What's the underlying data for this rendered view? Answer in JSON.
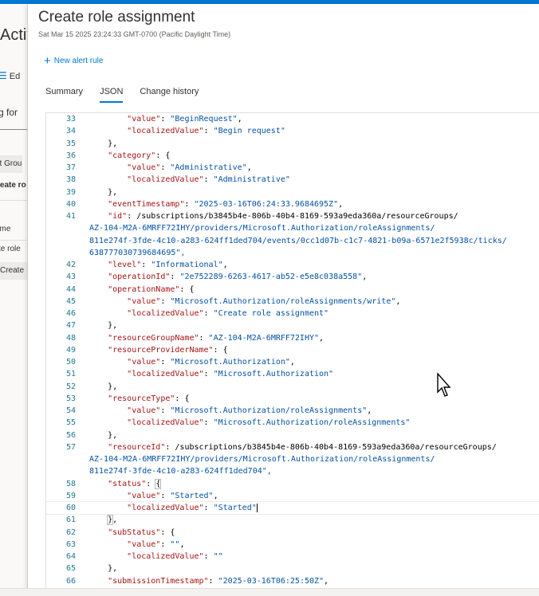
{
  "background": {
    "title_fragment": "Activ",
    "edit_fragment": "Ed",
    "search_fragment": "g for",
    "row1": "nt Grou",
    "row2": "reate ro",
    "name_col": "ame",
    "row3": "te role",
    "row4": "Create"
  },
  "panel": {
    "title": "Create role assignment",
    "subtitle": "Sat Mar 15 2025 23:24:33 GMT-0700 (Pacific Daylight Time)",
    "new_alert_rule": "New alert rule",
    "tabs": [
      "Summary",
      "JSON",
      "Change history"
    ],
    "active_tab": "JSON"
  },
  "json_lines": [
    {
      "n": "33",
      "text": "        \"value\": \"BeginRequest\","
    },
    {
      "n": "34",
      "text": "        \"localizedValue\": \"Begin request\""
    },
    {
      "n": "35",
      "text": "    },"
    },
    {
      "n": "36",
      "text": "    \"category\": {"
    },
    {
      "n": "37",
      "text": "        \"value\": \"Administrative\","
    },
    {
      "n": "38",
      "text": "        \"localizedValue\": \"Administrative\""
    },
    {
      "n": "39",
      "text": "    },"
    },
    {
      "n": "40",
      "text": "    \"eventTimestamp\": \"2025-03-16T06:24:33.9684695Z\","
    },
    {
      "n": "41",
      "text": "    \"id\": \"/subscriptions/b3845b4e-806b-40b4-8169-593a9eda360a/resourceGroups/",
      "wrap": [
        "AZ-104-M2A-6MRFF72IHY/providers/Microsoft.Authorization/roleAssignments/",
        "811e274f-3fde-4c10-a283-624ff1ded704/events/0cc1d07b-c1c7-4821-b09a-6571e2f5938c/ticks/",
        "638777030739684695\","
      ]
    },
    {
      "n": "42",
      "text": "    \"level\": \"Informational\","
    },
    {
      "n": "43",
      "text": "    \"operationId\": \"2e752289-6263-4617-ab52-e5e8c038a558\","
    },
    {
      "n": "44",
      "text": "    \"operationName\": {"
    },
    {
      "n": "45",
      "text": "        \"value\": \"Microsoft.Authorization/roleAssignments/write\","
    },
    {
      "n": "46",
      "text": "        \"localizedValue\": \"Create role assignment\""
    },
    {
      "n": "47",
      "text": "    },"
    },
    {
      "n": "48",
      "text": "    \"resourceGroupName\": \"AZ-104-M2A-6MRFF72IHY\","
    },
    {
      "n": "49",
      "text": "    \"resourceProviderName\": {"
    },
    {
      "n": "50",
      "text": "        \"value\": \"Microsoft.Authorization\","
    },
    {
      "n": "51",
      "text": "        \"localizedValue\": \"Microsoft.Authorization\""
    },
    {
      "n": "52",
      "text": "    },"
    },
    {
      "n": "53",
      "text": "    \"resourceType\": {"
    },
    {
      "n": "54",
      "text": "        \"value\": \"Microsoft.Authorization/roleAssignments\","
    },
    {
      "n": "55",
      "text": "        \"localizedValue\": \"Microsoft.Authorization/roleAssignments\""
    },
    {
      "n": "56",
      "text": "    },"
    },
    {
      "n": "57",
      "text": "    \"resourceId\": \"/subscriptions/b3845b4e-806b-40b4-8169-593a9eda360a/resourceGroups/",
      "wrap": [
        "AZ-104-M2A-6MRFF72IHY/providers/Microsoft.Authorization/roleAssignments/",
        "811e274f-3fde-4c10-a283-624ff1ded704\","
      ]
    },
    {
      "n": "58",
      "text": "    \"status\": {",
      "brace": true
    },
    {
      "n": "59",
      "text": "        \"value\": \"Started\","
    },
    {
      "n": "60",
      "text": "        \"localizedValue\": \"Started\"",
      "cursor": true
    },
    {
      "n": "61",
      "text": "    },",
      "brace": true
    },
    {
      "n": "62",
      "text": "    \"subStatus\": {"
    },
    {
      "n": "63",
      "text": "        \"value\": \"\","
    },
    {
      "n": "64",
      "text": "        \"localizedValue\": \"\""
    },
    {
      "n": "65",
      "text": "    },"
    },
    {
      "n": "66",
      "text": "    \"submissionTimestamp\": \"2025-03-16T06:25:50Z\","
    }
  ],
  "colors": {
    "accent": "#0078d4",
    "json_key": "#a31515",
    "json_string": "#0451a5",
    "line_number": "#237893"
  }
}
